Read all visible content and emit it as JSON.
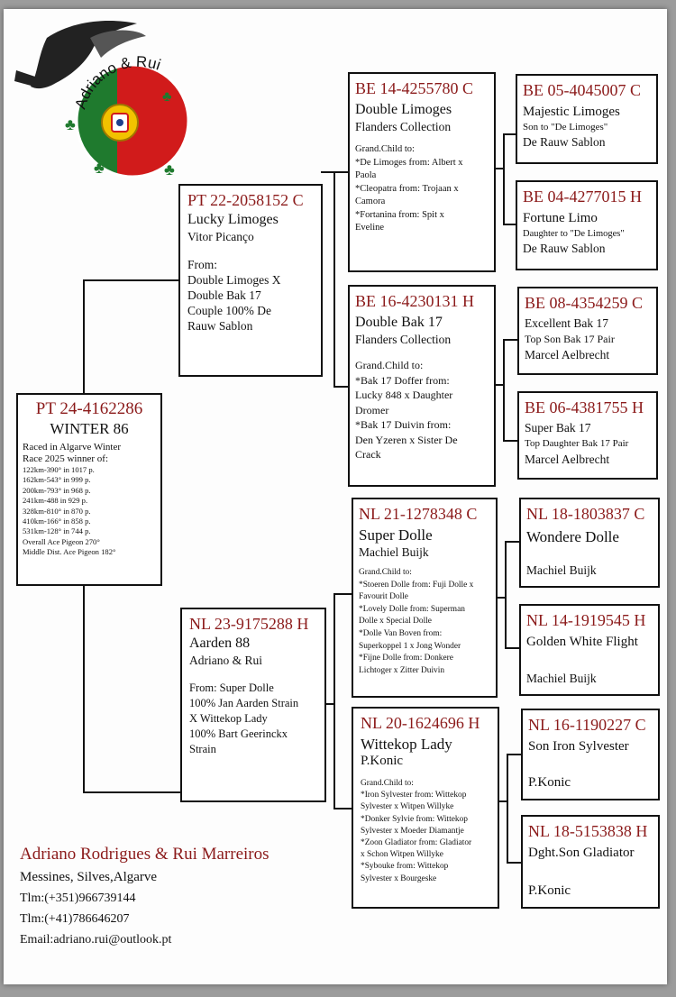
{
  "logo": {
    "text": "Adriano & Rui",
    "icon": "portugal-flag-emblem"
  },
  "subject": {
    "ring": "PT 24-4162286",
    "name": "WINTER 86",
    "intro1": "Raced in Algarve Winter",
    "intro2": "Race 2025 winner of:",
    "results": [
      "122km-390° in 1017 p.",
      "162km-543° in 999 p.",
      "200km-793° in 968 p.",
      "241km-488 in 929 p.",
      "328km-810° in 870 p.",
      "410km-166° in 858 p.",
      "531km-128° in 744 p.",
      "Overall Ace Pigeon 270°",
      "Middle Dist. Ace Pigeon 182°"
    ]
  },
  "sire": {
    "ring": "PT 22-2058152 C",
    "name": "Lucky Limoges",
    "breeder": "Vitor Picanço",
    "notes": [
      "From:",
      "Double Limoges X",
      "Double Bak 17",
      "Couple 100% De",
      "Rauw Sablon"
    ]
  },
  "dam": {
    "ring": "NL 23-9175288 H",
    "name": "Aarden 88",
    "breeder": "Adriano & Rui",
    "notes": [
      "From: Super Dolle",
      "100% Jan Aarden Strain",
      "X Wittekop Lady",
      "100% Bart Geerinckx",
      "Strain"
    ]
  },
  "ss": {
    "ring": "BE 14-4255780 C",
    "name": "Double Limoges",
    "breeder": "Flanders Collection",
    "notes": [
      "Grand.Child to:",
      "*De Limoges from: Albert x",
      "Paola",
      "*Cleopatra from: Trojaan x",
      "Camora",
      "*Fortanina from: Spit x",
      "Eveline"
    ]
  },
  "sd": {
    "ring": "BE 16-4230131 H",
    "name": "Double Bak 17",
    "breeder": "Flanders Collection",
    "notes": [
      "Grand.Child to:",
      "*Bak 17 Doffer from:",
      "Lucky 848 x Daughter",
      "Dromer",
      "*Bak 17 Duivin from:",
      "Den Yzeren x Sister De",
      "Crack"
    ]
  },
  "ds": {
    "ring": "NL 21-1278348 C",
    "name": "Super Dolle",
    "breeder": "Machiel Buijk",
    "notes": [
      "Grand.Child to:",
      "*Stoeren Dolle from: Fuji Dolle x",
      "Favourit Dolle",
      "*Lovely Dolle from: Superman",
      "Dolle x Special Dolle",
      "*Dolle Van Boven from:",
      "Superkoppel 1 x Jong Wonder",
      "*Fijne Dolle from: Donkere",
      "Lichtoger x Zitter Duivin"
    ]
  },
  "dd": {
    "ring": "NL 20-1624696 H",
    "name": "Wittekop Lady",
    "breeder": "P.Konic",
    "notes": [
      "Grand.Child to:",
      "*Iron Sylvester from: Wittekop",
      "Sylvester x Witpen Willyke",
      "*Donker Sylvie from: Wittekop",
      "Sylvester x Moeder Diamantje",
      "*Zoon Gladiator from: Gladiator",
      "x Schon Witpen Willyke",
      "*Sybouke from: Wittekop",
      "Sylvester x Bourgeske"
    ]
  },
  "sss": {
    "ring": "BE 05-4045007 C",
    "name": "Majestic Limoges",
    "line2": "Son to \"De Limoges\"",
    "line3": "De Rauw Sablon"
  },
  "ssd": {
    "ring": "BE 04-4277015 H",
    "name": "Fortune Limo",
    "line2": "Daughter to \"De Limoges\"",
    "line3": "De Rauw Sablon"
  },
  "sds": {
    "ring": "BE 08-4354259 C",
    "name": "Excellent Bak 17",
    "line2": "Top Son Bak 17 Pair",
    "line3": "Marcel Aelbrecht"
  },
  "sdd": {
    "ring": "BE 06-4381755 H",
    "name": "Super Bak 17",
    "line2": "Top Daughter Bak 17 Pair",
    "line3": "Marcel Aelbrecht"
  },
  "dss": {
    "ring": "NL 18-1803837 C",
    "name": "Wondere Dolle",
    "line3": "Machiel Buijk"
  },
  "dsd": {
    "ring": "NL 14-1919545 H",
    "name": "Golden White Flight",
    "line3": "Machiel Buijk"
  },
  "dds": {
    "ring": "NL 16-1190227 C",
    "name": "Son Iron Sylvester",
    "line3": "P.Konic"
  },
  "ddd": {
    "ring": "NL 18-5153838 H",
    "name": "Dght.Son Gladiator",
    "line3": "P.Konic"
  },
  "footer": {
    "owners": "Adriano Rodrigues & Rui Marreiros",
    "address": "Messines, Silves,Algarve",
    "phone1": "Tlm:(+351)966739144",
    "phone2": "Tlm:(+41)786646207",
    "email": "Email:adriano.rui@outlook.pt"
  },
  "colors": {
    "ring_red": "#8b1a1a",
    "flag_green": "#1f7a2e",
    "flag_red": "#d11b1b"
  }
}
